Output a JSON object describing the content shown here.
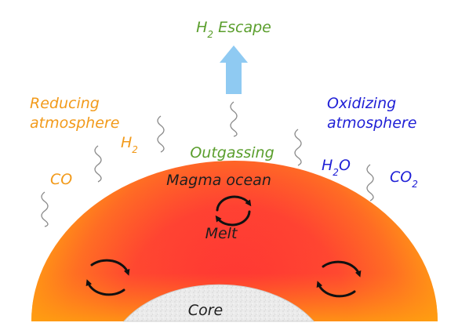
{
  "labels": {
    "escape_prefix": "H",
    "escape_sub": "2",
    "escape_suffix": " Escape",
    "reducing_line1": "Reducing",
    "reducing_line2": "atmosphere",
    "oxidizing_line1": "Oxidizing",
    "oxidizing_line2": "atmosphere",
    "outgassing": "Outgassing",
    "magma_ocean": "Magma ocean",
    "melt": "Melt",
    "core": "Core"
  },
  "species": {
    "h2_main": "H",
    "h2_sub": "2",
    "co": "CO",
    "h2o_main": "H",
    "h2o_sub": "2",
    "h2o_suffix": "O",
    "co2_main": "CO",
    "co2_sub": "2"
  },
  "colors": {
    "reducing": "#f29a1a",
    "oxidizing": "#1f1fd6",
    "outgassing": "#5a9e2c",
    "arrow": "#8fcaf2",
    "magma_top": "#ff3b3b",
    "magma_bottom": "#ff9a14",
    "core": "#e8e8e8"
  }
}
